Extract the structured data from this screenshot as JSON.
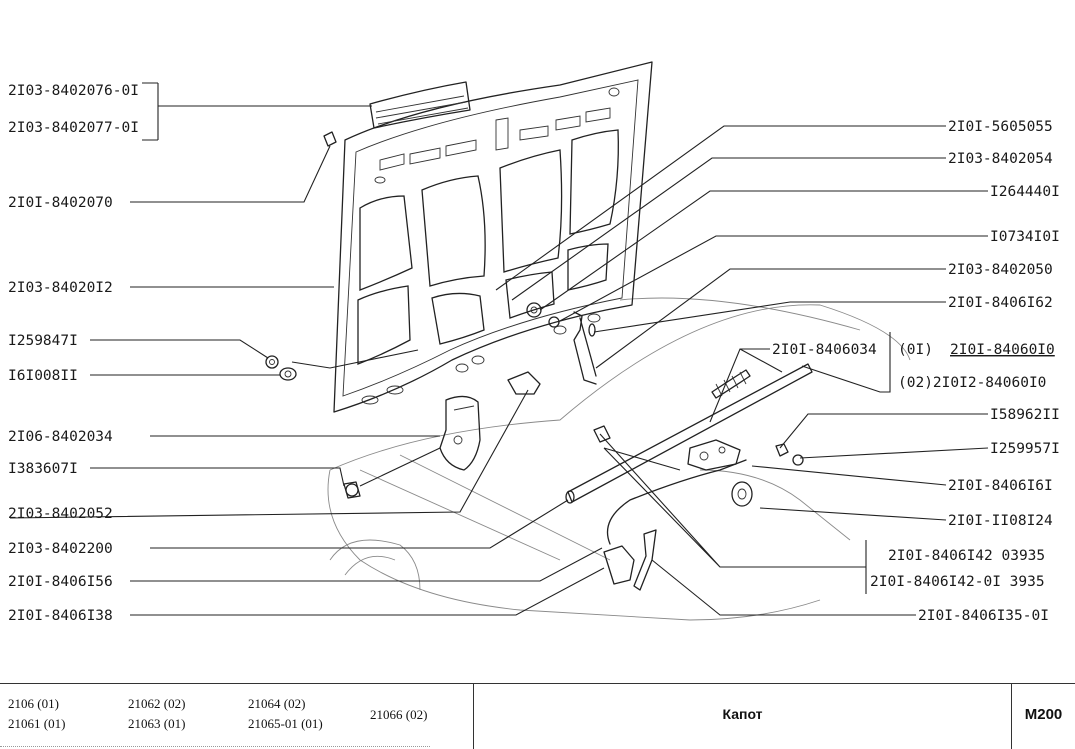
{
  "labels": {
    "l1": "2I03-8402076-0I",
    "l2": "2I03-8402077-0I",
    "l3": "2I0I-8402070",
    "l4": "2I03-84020I2",
    "l5": "I259847I",
    "l6": "I6I008II",
    "l7": "2I06-8402034",
    "l8": "I383607I",
    "l9": "2I03-8402052",
    "l10": "2I03-8402200",
    "l11": "2I0I-8406I56",
    "l12": "2I0I-8406I38",
    "r1": "2I0I-5605055",
    "r2": "2I03-8402054",
    "r3": "I264440I",
    "r4": "I0734I0I",
    "r5": "2I03-8402050",
    "r6": "2I0I-8406I62",
    "r7a": "2I0I-8406034",
    "r7b": "(0I)",
    "r7c": "2I0I-84060I0",
    "r8": "(02)2I0I2-84060I0",
    "r9": "I58962II",
    "r10": "I259957I",
    "r11": "2I0I-8406I6I",
    "r12": "2I0I-II08I24",
    "r13": "2I0I-8406I42 03935",
    "r14": "2I0I-8406I42-0I 3935",
    "r15": "2I0I-8406I35-0I"
  },
  "footer": {
    "models": [
      "2106 (01)",
      "21061 (01)",
      "21062 (02)",
      "21063 (01)",
      "21064 (02)",
      "21065-01 (01)",
      "21066 (02)"
    ],
    "title": "Капот",
    "code": "M200"
  }
}
